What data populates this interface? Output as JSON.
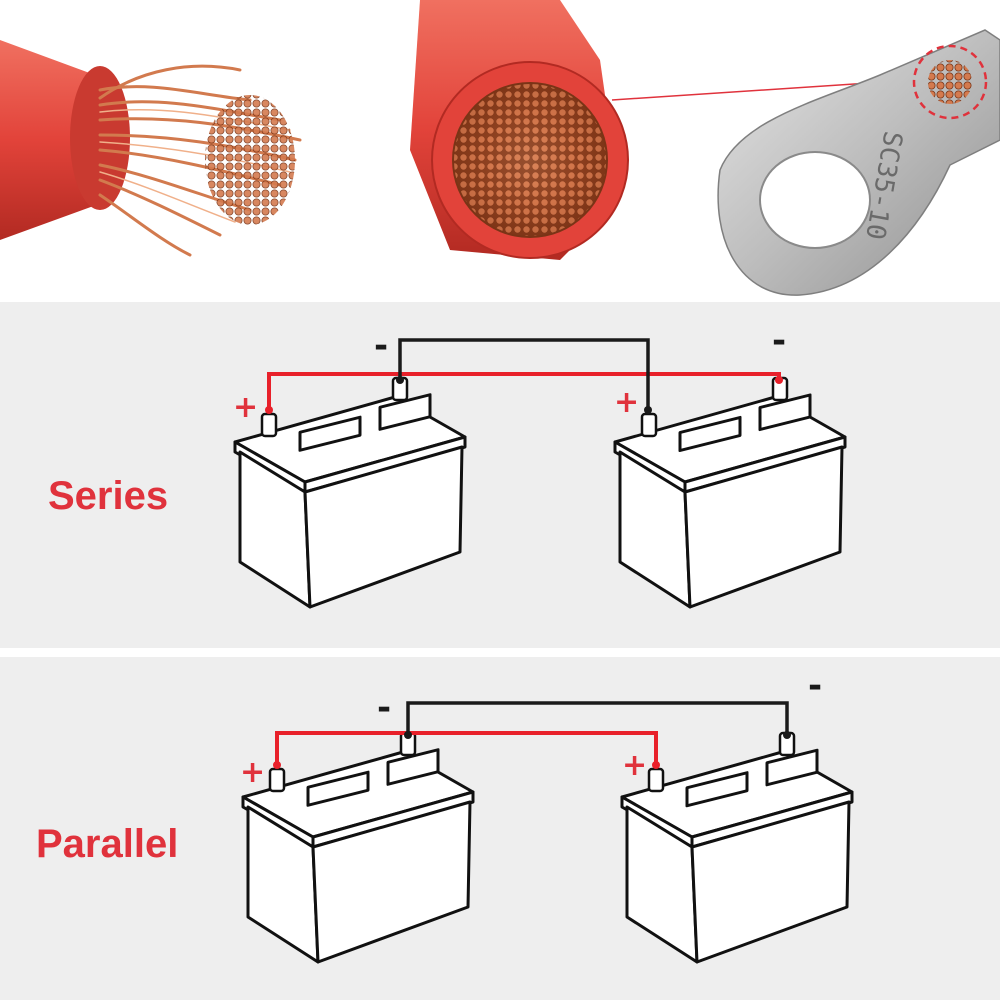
{
  "photos": {
    "lug_marking": "SC35-10"
  },
  "series": {
    "label": "Series",
    "plus": "+",
    "minus": "-"
  },
  "parallel": {
    "label": "Parallel",
    "plus": "+",
    "minus": "-"
  },
  "colors": {
    "accent_red": "#e0323c",
    "wire_red": "#e8202a",
    "wire_black": "#1a1a1a",
    "copper": "#c8643c",
    "insulation_red": "#e2433a",
    "panel_bg": "#eeeeee"
  }
}
